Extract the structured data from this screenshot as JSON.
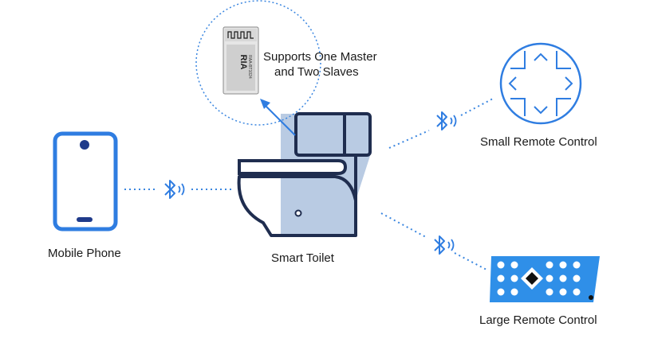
{
  "diagram": {
    "module_caption_line1": "Supports One Master",
    "module_caption_line2": "and Two Slaves",
    "module_chip_text": "RIA",
    "module_chip_small": "RAA-BT1024",
    "nodes": {
      "phone": "Mobile Phone",
      "toilet": "Smart Toilet",
      "small_remote": "Small Remote Control",
      "large_remote": "Large Remote Control"
    },
    "link_icon": "bluetooth-icon",
    "colors": {
      "accent_blue": "#2f7de1",
      "toilet_line": "#1f2d4f",
      "toilet_fill": "#b9cbe3",
      "remote_fill": "#2f8fe8",
      "dotted_line": "#3a86e0"
    }
  }
}
